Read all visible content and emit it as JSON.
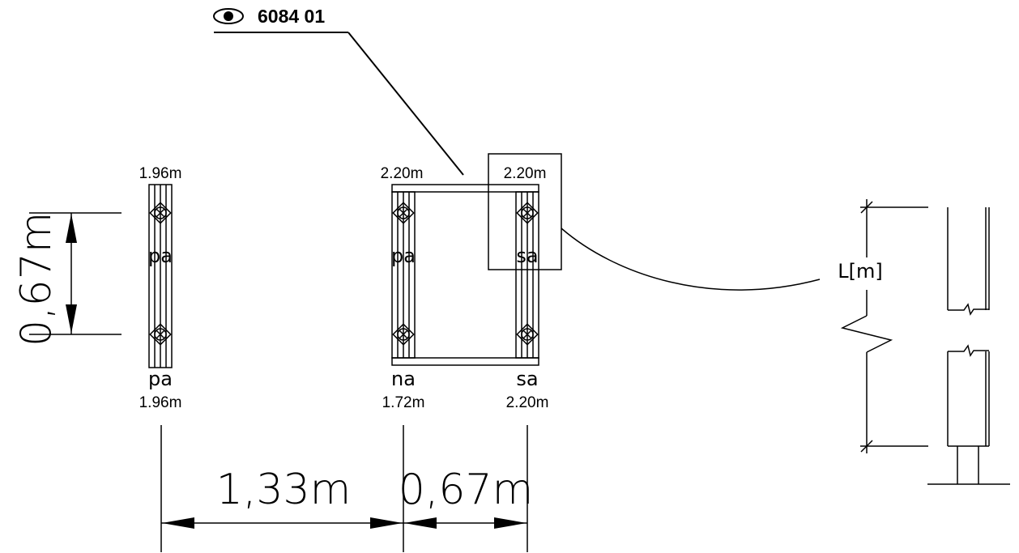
{
  "header": {
    "eye_icon": "eye-icon",
    "code": "6084 01"
  },
  "post_left": {
    "top_height": "1.96m",
    "middle_label": "pa",
    "bottom_label": "pa",
    "bottom_height": "1.96m"
  },
  "post_mid": {
    "top_height": "2.20m",
    "middle_label": "pa",
    "bottom_label": "na",
    "bottom_height": "1.72m"
  },
  "post_right": {
    "top_height": "2.20m",
    "middle_label": "sa",
    "bottom_label": "sa",
    "bottom_height": "2.20m"
  },
  "dimensions": {
    "vertical_spacing": "0,67m",
    "horizontal_left": "1,33m",
    "horizontal_right": "0,67m"
  },
  "detail": {
    "length_label": "L[m]"
  }
}
